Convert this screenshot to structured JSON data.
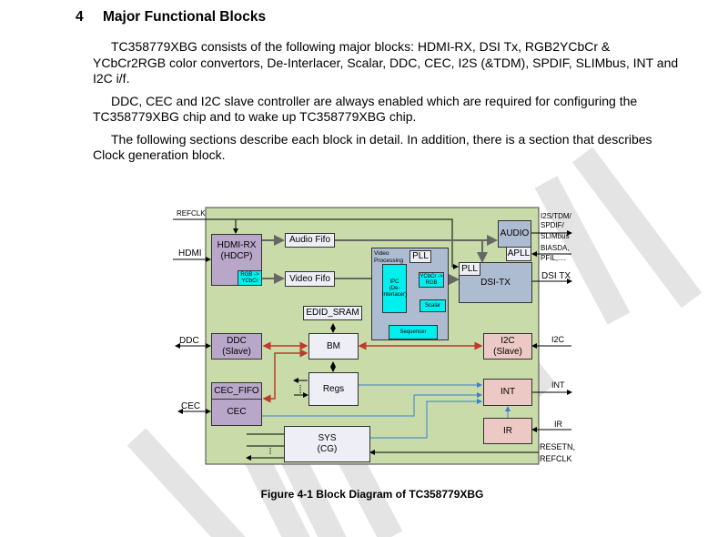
{
  "heading": {
    "number": "4",
    "title": "Major Functional Blocks"
  },
  "paragraphs": [
    "TC358779XBG consists of the following major blocks: HDMI-RX, DSI Tx, RGB2YCbCr & YCbCr2RGB color convertors, De-Interlacer, Scalar, DDC, CEC, I2S (&TDM), SPDIF, SLIMbus, INT and I2C i/f.",
    "DDC, CEC and I2C slave controller are always enabled which are required for configuring the TC358779XBG chip and to wake up TC358779XBG chip.",
    "The following sections describe each block in detail. In addition, there is a section that describes Clock generation block."
  ],
  "diagram": {
    "blocks": {
      "hdmi_rx": "HDMI-RX",
      "hdcp": "(HDCP)",
      "rgb2ycbcr": "RGB -> YCbCr",
      "audio_fifo": "Audio Fifo",
      "video_fifo": "Video Fifo",
      "video_processing": "Video Processing",
      "pll_vp": "PLL",
      "ipc": "IPC",
      "ipc_sub": "(De-Interlacer)",
      "ycbcr2rgb": "YCbCr -> RGB",
      "scalar": "Scalar",
      "sequencer": "Sequencer",
      "audio": "AUDIO",
      "apll": "APLL",
      "dsi_tx": "DSI-TX",
      "pll_dsi": "PLL",
      "edid_sram": "EDID_SRAM",
      "ddc": "DDC",
      "ddc_sub": "(Slave)",
      "bm": "BM",
      "i2c": "I2C",
      "i2c_sub": "(Slave)",
      "regs": "Regs",
      "cec_fifo": "CEC_FIFO",
      "cec": "CEC",
      "int": "INT",
      "ir": "IR",
      "sys": "SYS",
      "sys_sub": "(CG)"
    },
    "signals": {
      "refclk": "REFCLK",
      "hdmi": "HDMI",
      "ddc": "DDC",
      "cec": "CEC",
      "i2s1": "I2S/TDM/",
      "i2s2": "SPDIF/",
      "i2s3": "SLIMbus",
      "bias1": "BIASDA,",
      "bias2": "PFIL,....",
      "dsitx": "DSI TX",
      "i2c": "I2C",
      "int": "INT",
      "ir": "IR",
      "reset1": "RESETN,",
      "reset2": "REFCLK"
    },
    "colors": {
      "background": "#c8dba8",
      "purple": "#b9a7c9",
      "blue": "#aebcd2",
      "pink": "#ecc9c4",
      "cyan": "#00f0f0",
      "red_bus": "#c0392b",
      "blue_irq": "#3a7fd0"
    }
  },
  "caption": "Figure 4-1 Block Diagram of TC358779XBG"
}
